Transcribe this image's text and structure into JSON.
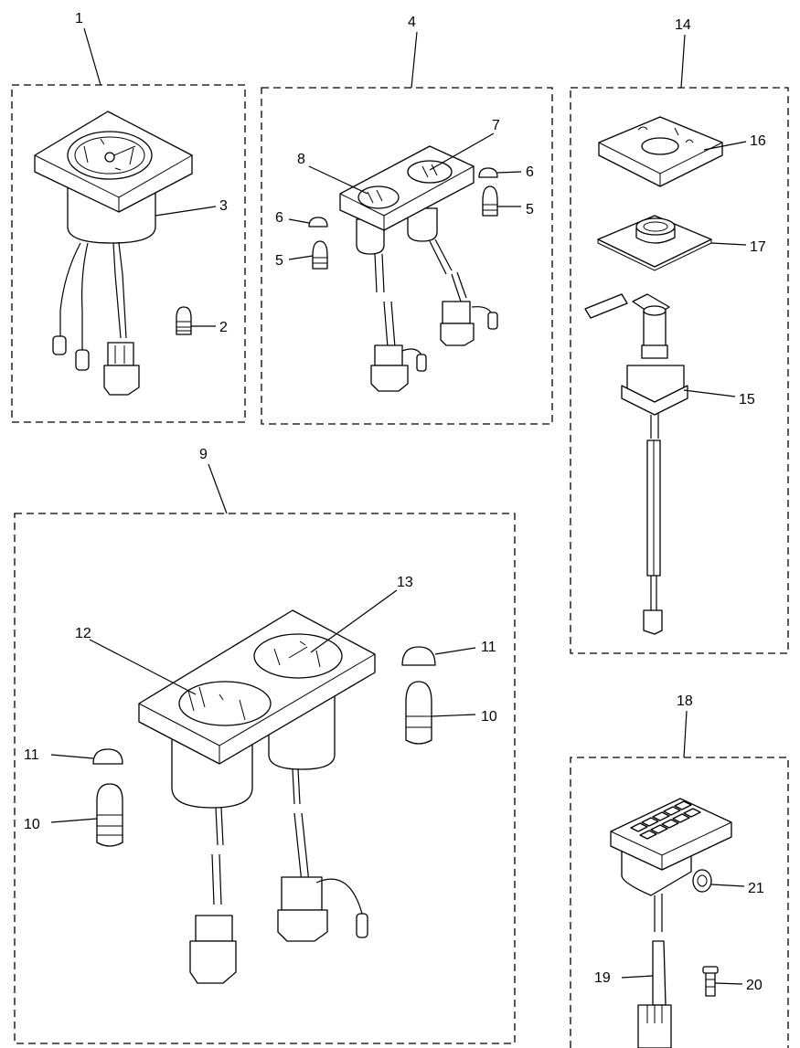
{
  "callouts": {
    "c1": "1",
    "c2": "2",
    "c3": "3",
    "c4": "4",
    "c5a": "5",
    "c5b": "5",
    "c6a": "6",
    "c6b": "6",
    "c7": "7",
    "c8": "8",
    "c9": "9",
    "c10a": "10",
    "c10b": "10",
    "c11a": "11",
    "c11b": "11",
    "c12": "12",
    "c13": "13",
    "c14": "14",
    "c15": "15",
    "c16": "16",
    "c17": "17",
    "c18": "18",
    "c19": "19",
    "c20": "20",
    "c21": "21"
  },
  "colors": {
    "line": "#000000",
    "background": "#ffffff"
  }
}
